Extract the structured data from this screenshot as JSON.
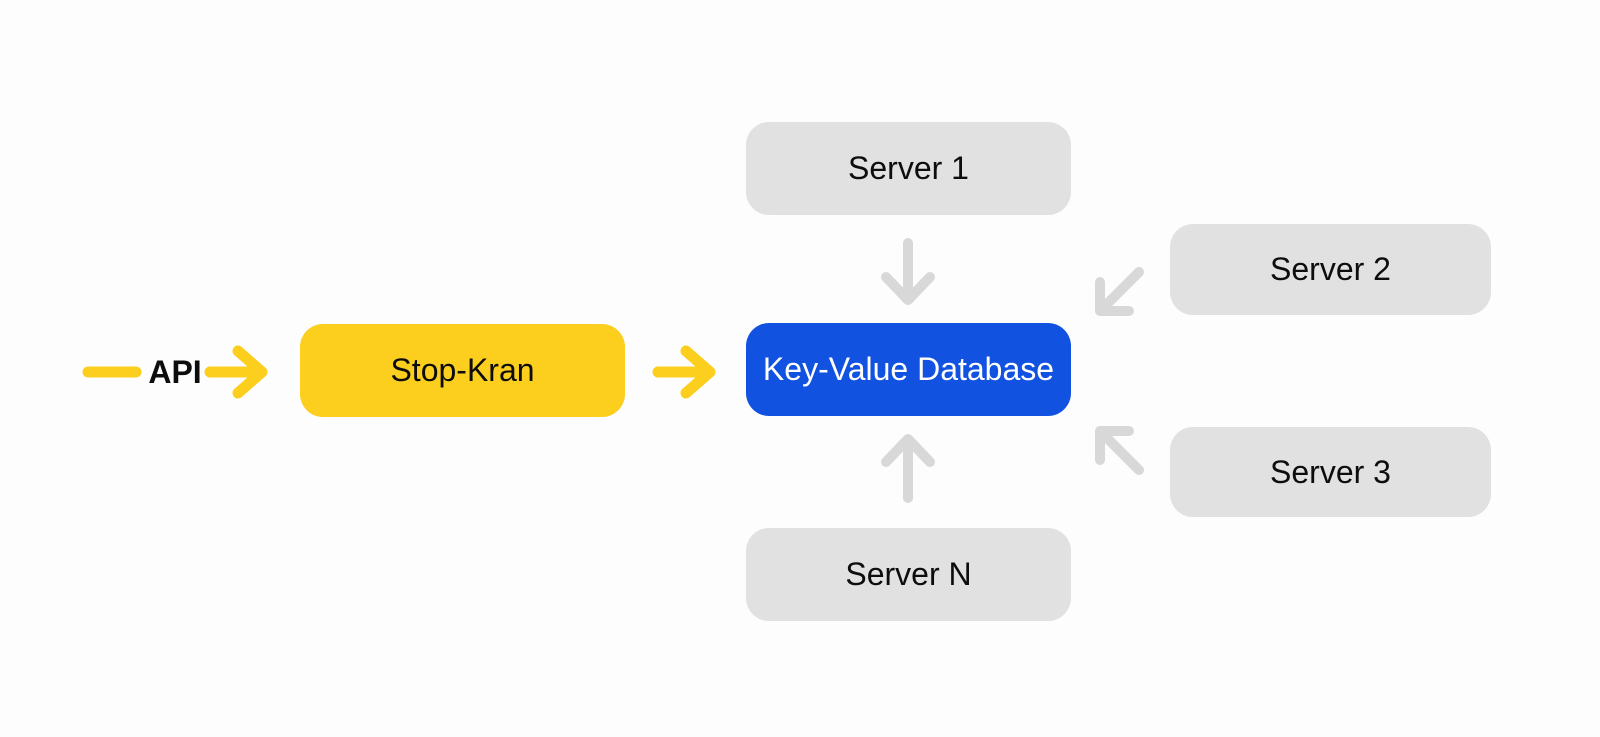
{
  "colors": {
    "background": "#fdfdfd",
    "yellow": "#fcce1e",
    "blue": "#1252e0",
    "gray_box": "#e1e1e1",
    "gray_arrow": "#d8d8d8",
    "text_dark": "#0d0d0d",
    "text_light": "#ffffff"
  },
  "api": {
    "label": "API"
  },
  "nodes": {
    "stop_kran": {
      "label": "Stop-Kran",
      "color": "#fcce1e"
    },
    "kv_db": {
      "label": "Key-Value Database",
      "color": "#1252e0"
    },
    "server_1": {
      "label": "Server 1",
      "color": "#e1e1e1"
    },
    "server_2": {
      "label": "Server 2",
      "color": "#e1e1e1"
    },
    "server_3": {
      "label": "Server 3",
      "color": "#e1e1e1"
    },
    "server_n": {
      "label": "Server N",
      "color": "#e1e1e1"
    }
  },
  "edges": [
    {
      "from": "API",
      "to": "Stop-Kran",
      "color": "yellow",
      "direction": "right"
    },
    {
      "from": "Stop-Kran",
      "to": "Key-Value Database",
      "color": "yellow",
      "direction": "right"
    },
    {
      "from": "Server 1",
      "to": "Key-Value Database",
      "color": "gray",
      "direction": "down"
    },
    {
      "from": "Server 2",
      "to": "Key-Value Database",
      "color": "gray",
      "direction": "down-left"
    },
    {
      "from": "Server 3",
      "to": "Key-Value Database",
      "color": "gray",
      "direction": "up-left"
    },
    {
      "from": "Server N",
      "to": "Key-Value Database",
      "color": "gray",
      "direction": "up"
    }
  ]
}
